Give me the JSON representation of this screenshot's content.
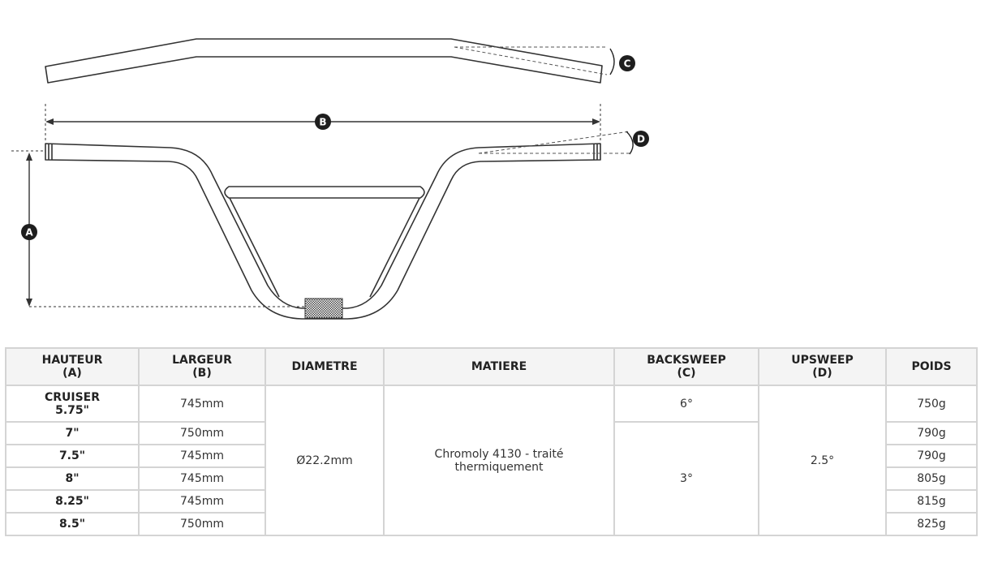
{
  "diagram": {
    "labels": {
      "a": "A",
      "b": "B",
      "c": "C",
      "d": "D"
    }
  },
  "table": {
    "headers": [
      {
        "line1": "HAUTEUR",
        "line2": "(A)"
      },
      {
        "line1": "LARGEUR",
        "line2": "(B)"
      },
      {
        "line1": "DIAMETRE",
        "line2": ""
      },
      {
        "line1": "MATIERE",
        "line2": ""
      },
      {
        "line1": "BACKSWEEP",
        "line2": "(C)"
      },
      {
        "line1": "UPSWEEP",
        "line2": "(D)"
      },
      {
        "line1": "POIDS",
        "line2": ""
      }
    ],
    "rows": [
      {
        "hauteur_l1": "CRUISER",
        "hauteur_l2": "5.75\"",
        "largeur": "745mm",
        "poids": "750g"
      },
      {
        "hauteur_l1": "7\"",
        "hauteur_l2": "",
        "largeur": "750mm",
        "poids": "790g"
      },
      {
        "hauteur_l1": "7.5\"",
        "hauteur_l2": "",
        "largeur": "745mm",
        "poids": "790g"
      },
      {
        "hauteur_l1": "8\"",
        "hauteur_l2": "",
        "largeur": "745mm",
        "poids": "805g"
      },
      {
        "hauteur_l1": "8.25\"",
        "hauteur_l2": "",
        "largeur": "745mm",
        "poids": "815g"
      },
      {
        "hauteur_l1": "8.5\"",
        "hauteur_l2": "",
        "largeur": "750mm",
        "poids": "825g"
      }
    ],
    "diametre": "Ø22.2mm",
    "matiere_l1": "Chromoly 4130 - traité",
    "matiere_l2": "thermiquement",
    "backsweep_cruiser": "6°",
    "backsweep_other": "3°",
    "upsweep": "2.5°"
  }
}
